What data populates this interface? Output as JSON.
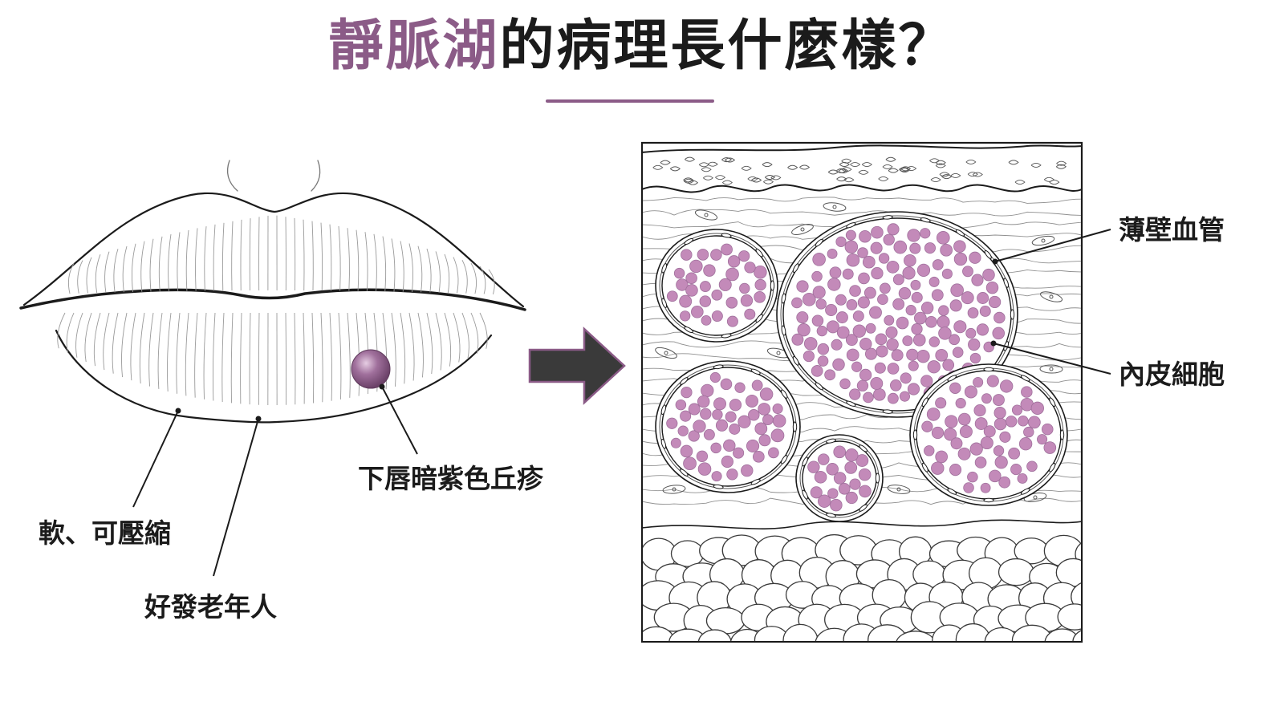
{
  "title": {
    "accent": "靜脈湖",
    "rest": "的病理長什麼樣？"
  },
  "labels": {
    "lesion": "下唇暗紫色丘疹",
    "soft": "軟、可壓縮",
    "elderly": "好發老年人",
    "thin_wall": "薄壁血管",
    "endothelium": "內皮細胞"
  },
  "colors": {
    "accent": "#8b5b87",
    "lesion": "#a0709c",
    "rbc": "#c38ab9",
    "arrow": "#3a3a3a",
    "arrow_outline": "#8b5b87",
    "line": "#1b1b1b"
  }
}
